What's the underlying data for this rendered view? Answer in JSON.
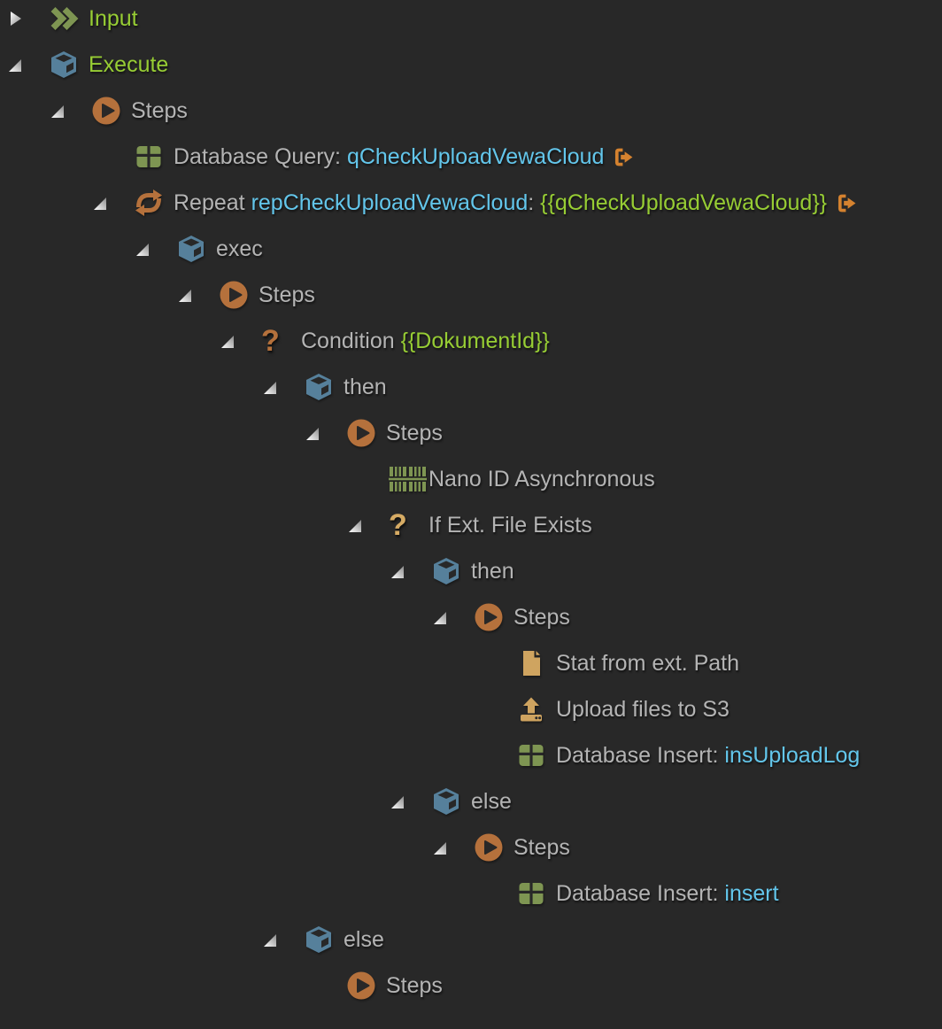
{
  "colors": {
    "background": "#282828",
    "text_gray": "#b4b4b4",
    "green": "#97cd34",
    "cyan": "#63c6eb",
    "olive": "#7e9552",
    "steel_blue": "#56809b",
    "orange": "#b5713c",
    "tan": "#cfa460",
    "exit_orange": "#d5822f"
  },
  "icons": {
    "question_glyph": "?"
  },
  "tree": {
    "rows": [
      {
        "level": 0,
        "expand": "collapsed",
        "icon": "double-chevron",
        "segments": [
          {
            "text": "Input",
            "color": "green"
          }
        ]
      },
      {
        "level": 0,
        "expand": "expanded",
        "icon": "box",
        "segments": [
          {
            "text": "Execute",
            "color": "green"
          }
        ]
      },
      {
        "level": 1,
        "expand": "expanded",
        "icon": "play",
        "segments": [
          {
            "text": "Steps",
            "color": "gray"
          }
        ]
      },
      {
        "level": 2,
        "expand": "none",
        "icon": "table",
        "segments": [
          {
            "text": "Database Query: ",
            "color": "gray"
          },
          {
            "text": "qCheckUploadVewaCloud",
            "color": "cyan"
          }
        ],
        "trailing_icon": "sign-out"
      },
      {
        "level": 2,
        "expand": "expanded",
        "icon": "repeat",
        "segments": [
          {
            "text": "Repeat ",
            "color": "gray"
          },
          {
            "text": "repCheckUploadVewaCloud",
            "color": "cyan"
          },
          {
            "text": ": ",
            "color": "gray"
          },
          {
            "text": "{{qCheckUploadVewaCloud}}",
            "color": "green"
          }
        ],
        "trailing_icon": "sign-out"
      },
      {
        "level": 3,
        "expand": "expanded",
        "icon": "box",
        "segments": [
          {
            "text": "exec",
            "color": "gray"
          }
        ]
      },
      {
        "level": 4,
        "expand": "expanded",
        "icon": "play",
        "segments": [
          {
            "text": "Steps",
            "color": "gray"
          }
        ]
      },
      {
        "level": 5,
        "expand": "expanded",
        "icon": "question-orange",
        "segments": [
          {
            "text": "Condition ",
            "color": "gray"
          },
          {
            "text": "{{DokumentId}}",
            "color": "green"
          }
        ]
      },
      {
        "level": 6,
        "expand": "expanded",
        "icon": "box",
        "segments": [
          {
            "text": "then",
            "color": "gray"
          }
        ]
      },
      {
        "level": 7,
        "expand": "expanded",
        "icon": "play",
        "segments": [
          {
            "text": "Steps",
            "color": "gray"
          }
        ]
      },
      {
        "level": 8,
        "expand": "none",
        "icon": "barcode",
        "segments": [
          {
            "text": "Nano ID Asynchronous",
            "color": "gray"
          }
        ]
      },
      {
        "level": 8,
        "expand": "expanded",
        "icon": "question-tan",
        "segments": [
          {
            "text": "If Ext. File Exists",
            "color": "gray"
          }
        ]
      },
      {
        "level": 9,
        "expand": "expanded",
        "icon": "box",
        "segments": [
          {
            "text": "then",
            "color": "gray"
          }
        ]
      },
      {
        "level": 10,
        "expand": "expanded",
        "icon": "play",
        "segments": [
          {
            "text": "Steps",
            "color": "gray"
          }
        ]
      },
      {
        "level": 11,
        "expand": "none",
        "icon": "file",
        "segments": [
          {
            "text": "Stat from ext. Path",
            "color": "gray"
          }
        ]
      },
      {
        "level": 11,
        "expand": "none",
        "icon": "upload",
        "segments": [
          {
            "text": "Upload files to S3",
            "color": "gray"
          }
        ]
      },
      {
        "level": 11,
        "expand": "none",
        "icon": "table",
        "segments": [
          {
            "text": "Database Insert: ",
            "color": "gray"
          },
          {
            "text": "insUploadLog",
            "color": "cyan"
          }
        ]
      },
      {
        "level": 9,
        "expand": "expanded",
        "icon": "box",
        "segments": [
          {
            "text": "else",
            "color": "gray"
          }
        ]
      },
      {
        "level": 10,
        "expand": "expanded",
        "icon": "play",
        "segments": [
          {
            "text": "Steps",
            "color": "gray"
          }
        ]
      },
      {
        "level": 11,
        "expand": "none",
        "icon": "table",
        "segments": [
          {
            "text": "Database Insert: ",
            "color": "gray"
          },
          {
            "text": "insert",
            "color": "cyan"
          }
        ]
      },
      {
        "level": 6,
        "expand": "expanded",
        "icon": "box",
        "segments": [
          {
            "text": "else",
            "color": "gray"
          }
        ]
      },
      {
        "level": 7,
        "expand": "none",
        "icon": "play",
        "segments": [
          {
            "text": "Steps",
            "color": "gray"
          }
        ]
      }
    ]
  }
}
